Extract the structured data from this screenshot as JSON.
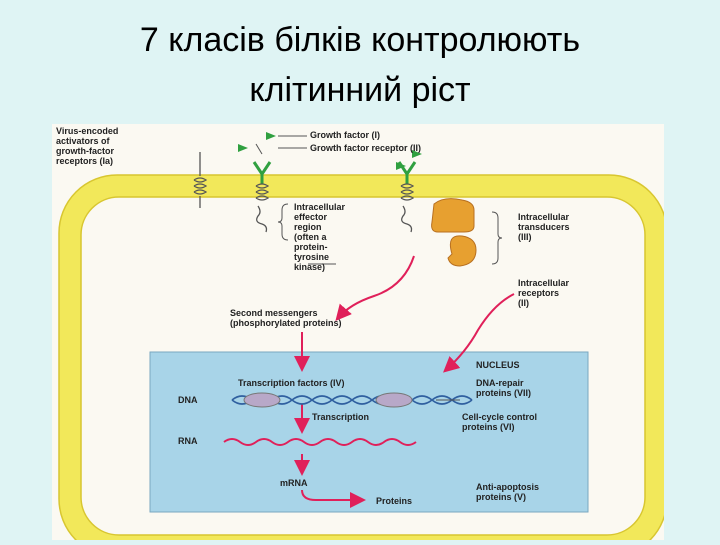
{
  "slide": {
    "title_line1": "7 класів білків контролюють",
    "title_line2": "клітинний ріст"
  },
  "diagram": {
    "virus_label": [
      "Virus-encoded",
      "activators of",
      "growth-factor",
      "receptors (Ia)"
    ],
    "growth_factor": "Growth factor (I)",
    "growth_factor_receptor": "Growth factor receptor (II)",
    "effector_region": [
      "Intracellular",
      "effector",
      "region",
      "(often a",
      "protein-",
      "tyrosine",
      "kinase)"
    ],
    "transducers": [
      "Intracellular",
      "transducers",
      "(III)"
    ],
    "intracellular_receptors": [
      "Intracellular",
      "receptors",
      "(II)"
    ],
    "second_messengers": [
      "Second messengers",
      "(phosphorylated proteins)"
    ],
    "nucleus": "NUCLEUS",
    "transcription_factors": "Transcription factors (IV)",
    "dna_repair": [
      "DNA-repair",
      "proteins (VII)"
    ],
    "dna": "DNA",
    "transcription": "Transcription",
    "cell_cycle": [
      "Cell-cycle control",
      "proteins (VI)"
    ],
    "rna": "RNA",
    "mrna": "mRNA",
    "proteins": "Proteins",
    "anti_apoptosis": [
      "Anti-apoptosis",
      "proteins (V)"
    ]
  },
  "colors": {
    "membrane": "#f2e85a",
    "membrane_stroke": "#d8c630",
    "nucleus": "#a8d4e8",
    "arrow": "#e0205a",
    "helix": "#3060a0",
    "receptor": "#30a040",
    "transducer": "#e7a030"
  }
}
